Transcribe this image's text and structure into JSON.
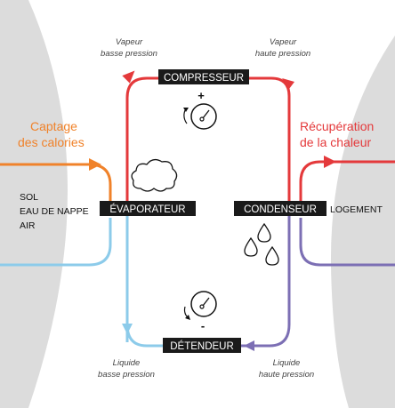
{
  "colors": {
    "orange": "#f0822a",
    "red": "#e4393b",
    "light_blue": "#8ccbea",
    "purple": "#7c6fb4",
    "gray_background": "#dcdcdc",
    "label_box": "#1a1a1a"
  },
  "components": {
    "compressor": "COMPRESSEUR",
    "evaporator": "ÉVAPORATEUR",
    "condenser": "CONDENSEUR",
    "expansion_valve": "DÉTENDEUR"
  },
  "states": {
    "vapor_low": {
      "line1": "Vapeur",
      "line2": "basse pression"
    },
    "vapor_high": {
      "line1": "Vapeur",
      "line2": "haute pression"
    },
    "liquid_low": {
      "line1": "Liquide",
      "line2": "basse pression"
    },
    "liquid_high": {
      "line1": "Liquide",
      "line2": "haute pression"
    }
  },
  "source": {
    "title_line1": "Captage",
    "title_line2": "des calories",
    "items": [
      "SOL",
      "EAU DE NAPPE",
      "AIR"
    ]
  },
  "output": {
    "title_line1": "Récupération",
    "title_line2": "de la chaleur",
    "target": "LOGEMENT"
  },
  "signs": {
    "plus": "+",
    "minus": "-"
  },
  "icons": [
    "cloud-icon",
    "water-drops-icon",
    "pressure-gauge-icon"
  ]
}
